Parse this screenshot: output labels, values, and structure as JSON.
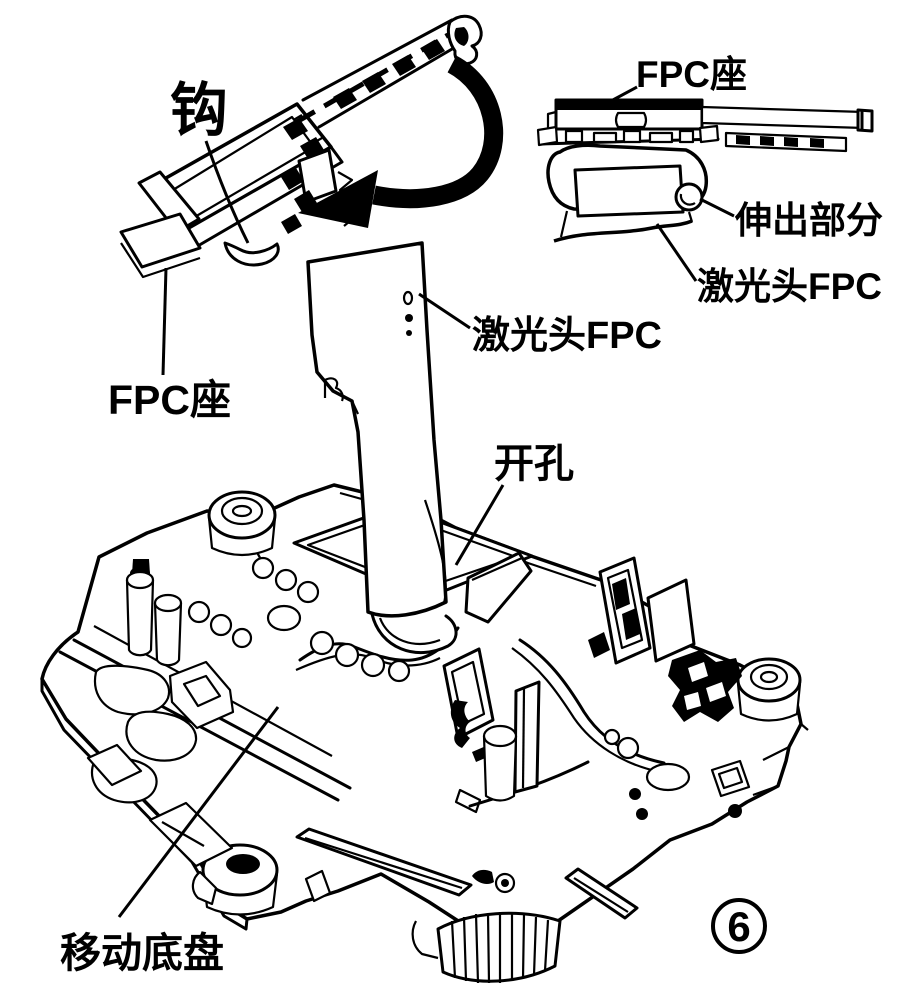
{
  "figure": {
    "number": "6",
    "background_color": "#ffffff",
    "line_color": "#000000",
    "description": "assembly diagram of laser head FPC folding into moving chassis"
  },
  "labels": {
    "hook": "钩",
    "fpc_seat": "FPC座",
    "laser_head_fpc": "激光头FPC",
    "opening": "开孔",
    "moving_chassis": "移动底盘"
  },
  "inset": {
    "fpc_seat": "FPC座",
    "protruding_part": "伸出部分",
    "laser_head_fpc": "激光头FPC"
  }
}
